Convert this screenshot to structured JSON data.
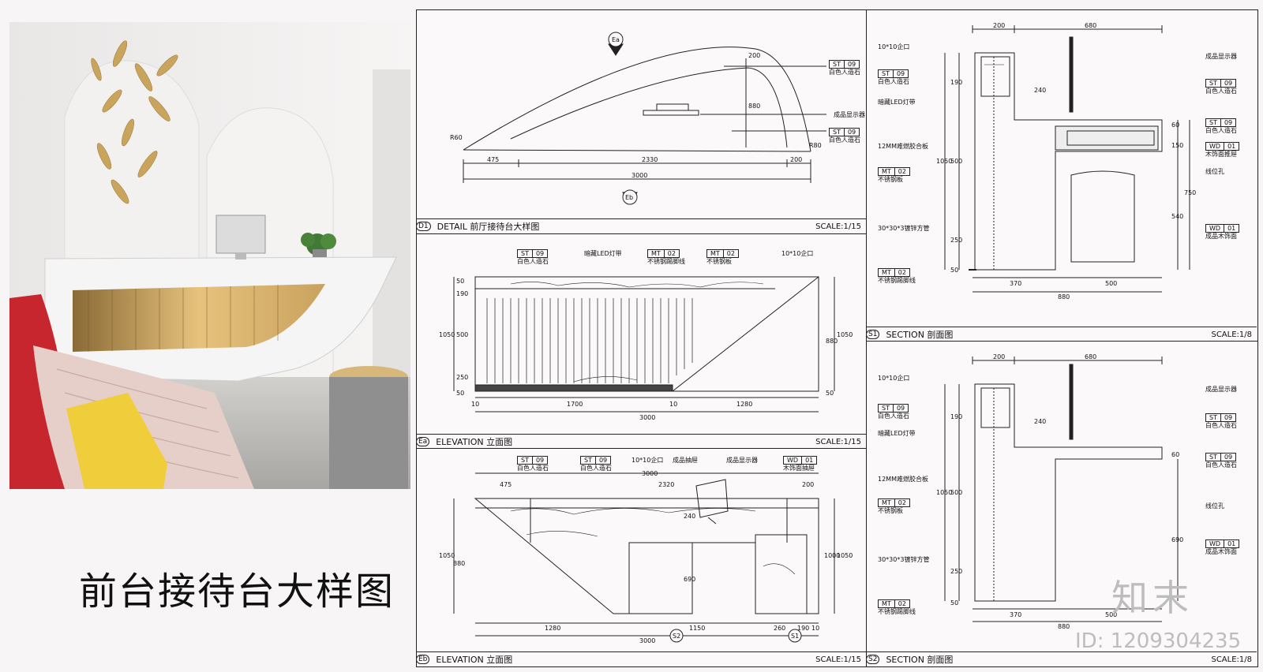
{
  "page_title": "前台接待台大样图",
  "watermark": {
    "logo": "知末",
    "id": "ID: 1209304235"
  },
  "panels": {
    "d1": {
      "code": "D1",
      "title": "DETAIL   前厅接待台大样图",
      "scale": "SCALE:1/15"
    },
    "ea": {
      "code": "Ea",
      "title": "ELEVATION   立面图",
      "scale": "SCALE:1/15"
    },
    "eb": {
      "code": "Eb",
      "title": "ELEVATION   立面图",
      "scale": "SCALE:1/15"
    },
    "s1": {
      "code": "S1",
      "title": "SECTION   剖面图",
      "scale": "SCALE:1/8"
    },
    "s2": {
      "code": "S2",
      "title": "SECTION   剖面图",
      "scale": "SCALE:1/8"
    }
  },
  "d1": {
    "dims": [
      "475",
      "2330",
      "200",
      "3000",
      "200",
      "880",
      "R60",
      "R80"
    ],
    "tags": [
      {
        "code": "ST",
        "num": "09",
        "text": "白色人造石"
      },
      {
        "code": "ST",
        "num": "09",
        "text": "白色人造石"
      }
    ],
    "notes": [
      "成品显示器"
    ],
    "markers": [
      "Ea",
      "Eb"
    ]
  },
  "ea": {
    "notes": [
      "暗藏LED灯带",
      "10*10企口"
    ],
    "tags": [
      {
        "code": "ST",
        "num": "09",
        "text": "白色人造石"
      },
      {
        "code": "MT",
        "num": "02",
        "text": "不锈钢踢脚线"
      },
      {
        "code": "MT",
        "num": "02",
        "text": "不锈钢板"
      }
    ],
    "dims": [
      "1700",
      "1280",
      "3000",
      "10",
      "10",
      "1050",
      "880",
      "1050",
      "190",
      "500",
      "250",
      "50",
      "50",
      "50"
    ]
  },
  "eb": {
    "notes": [
      "10*10企口",
      "成品抽屉",
      "成品显示器"
    ],
    "tags": [
      {
        "code": "ST",
        "num": "09",
        "text": "白色人造石"
      },
      {
        "code": "ST",
        "num": "09",
        "text": "白色人造石"
      },
      {
        "code": "WD",
        "num": "01",
        "text": "木饰面抽屉"
      }
    ],
    "dims": [
      "475",
      "2320",
      "200",
      "3000",
      "1280",
      "1150",
      "3000",
      "1050",
      "880",
      "1000",
      "1050",
      "240",
      "690",
      "260",
      "190",
      "10"
    ],
    "markers": [
      "S2",
      "S1"
    ]
  },
  "s1": {
    "dims": [
      "200",
      "680",
      "370",
      "500",
      "880",
      "1050",
      "190",
      "500",
      "250",
      "50",
      "750",
      "540",
      "150",
      "60",
      "240"
    ],
    "tags": [
      {
        "code": "ST",
        "num": "09",
        "text": "白色人造石"
      },
      {
        "code": "ST",
        "num": "09",
        "text": "白色人造石"
      },
      {
        "code": "ST",
        "num": "09",
        "text": "白色人造石"
      },
      {
        "code": "WD",
        "num": "01",
        "text": "木饰面推屉"
      },
      {
        "code": "WD",
        "num": "01",
        "text": "成品木饰面"
      },
      {
        "code": "MT",
        "num": "02",
        "text": "不锈钢板"
      },
      {
        "code": "MT",
        "num": "02",
        "text": "不锈钢踢脚线"
      }
    ],
    "notes": [
      "10*10企口",
      "成品显示器",
      "暗藏LED灯带",
      "12MM难燃胶合板",
      "线位孔",
      "30*30*3镀锌方管"
    ]
  },
  "s2": {
    "dims": [
      "200",
      "680",
      "370",
      "500",
      "880",
      "1050",
      "190",
      "500",
      "250",
      "50",
      "690",
      "60",
      "240"
    ],
    "tags": [
      {
        "code": "ST",
        "num": "09",
        "text": "白色人造石"
      },
      {
        "code": "ST",
        "num": "09",
        "text": "白色人造石"
      },
      {
        "code": "ST",
        "num": "09",
        "text": "白色人造石"
      },
      {
        "code": "MT",
        "num": "02",
        "text": "不锈钢板"
      },
      {
        "code": "WD",
        "num": "01",
        "text": "成品木饰面"
      },
      {
        "code": "MT",
        "num": "02",
        "text": "不锈钢踢脚线"
      }
    ],
    "notes": [
      "10*10企口",
      "成品显示器",
      "暗藏LED灯带",
      "12MM难燃胶合板",
      "线位孔",
      "30*30*3镀锌方管"
    ]
  },
  "colors": {
    "line": "#222222",
    "gold": "#c9a25e",
    "red": "#c8262e",
    "yellow": "#f0cd3a",
    "paper": "#fbf9fa"
  }
}
